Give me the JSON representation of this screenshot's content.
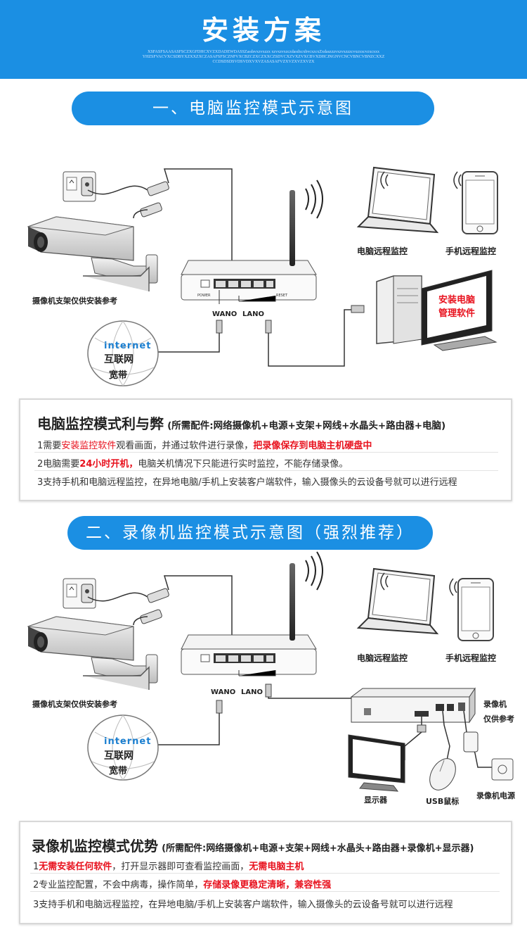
{
  "header": {
    "title": "安装方案",
    "sub_lines": [
      "XSFASFSAASASFSCZXGFDHCXVZXDADEWDASSZasdsvxzvxzzx xzvxzvxzczdasdxcxbvcxzcxZxdaszzzvxzvxzzzcvxzxxcvzxcxxx",
      "YHZSFVACVXCSDBYXZXXZXCZASAFSFSCZNFVXCBZCZXCZXXCZSDVCXZVXZVXCBVXDHCJNGNVCNCVBNCVBNZCXXZ",
      "CCDSDSDSVDSVDXVXVZASASAFVZXVZXVZXVZX"
    ]
  },
  "section1": {
    "title": "一、电脑监控模式示意图",
    "labels": {
      "camera_note": "摄像机支架仅供安装参考",
      "internet": "internet",
      "internet_cn": "互联网",
      "broadband": "宽带",
      "wan": "WANO",
      "lan": "LANO",
      "power": "POWER",
      "reset": "RESET",
      "pc_remote": "电脑远程监控",
      "phone_remote": "手机远程监控",
      "pc_screen": "安装电脑\n管理软件"
    },
    "box": {
      "title": "电脑监控模式利与弊",
      "note": "(所需配件:网络摄像机+电源+支架+网线+水晶头+路由器+电脑)",
      "line1": {
        "a": "1需要",
        "b": "安装监控软件",
        "c": "观看画面，并通过软件进行录像，",
        "d": "把录像保存到电脑主机硬盘中"
      },
      "line2": {
        "a": "2电脑需要",
        "b": "24小时开机，",
        "c": "电脑关机情况下只能进行实时监控，不能存储录像。"
      },
      "line3": "3支持手机和电脑远程监控，在异地电脑/手机上安装客户端软件，输入摄像头的云设备号就可以进行远程"
    }
  },
  "section2": {
    "title": "二、录像机监控模式示意图（强烈推荐）",
    "labels": {
      "camera_note": "摄像机支架仅供安装参考",
      "internet": "internet",
      "internet_cn": "互联网",
      "broadband": "宽带",
      "wan": "WANO",
      "lan": "LANO",
      "pc_remote": "电脑远程监控",
      "phone_remote": "手机远程监控",
      "nvr": "录像机",
      "nvr_note": "仅供参考",
      "monitor": "显示器",
      "mouse": "USB鼠标",
      "nvr_power": "录像机电源"
    },
    "box": {
      "title": "录像机监控模式优势",
      "note": "(所需配件:网络摄像机+电源+支架+网线+水晶头+路由器+录像机+显示器)",
      "line1": {
        "a": "1",
        "b": "无需安装任何软件",
        "c": "，打开显示器即可查看监控画面，",
        "d": "无需电脑主机"
      },
      "line2": {
        "a": "2专业监控配置，不会中病毒，操作简单，",
        "b": "存储录像更稳定清晰，兼容性强"
      },
      "line3": "3支持手机和电脑远程监控，在异地电脑/手机上安装客户端软件，输入摄像头的云设备号就可以进行远程"
    }
  }
}
